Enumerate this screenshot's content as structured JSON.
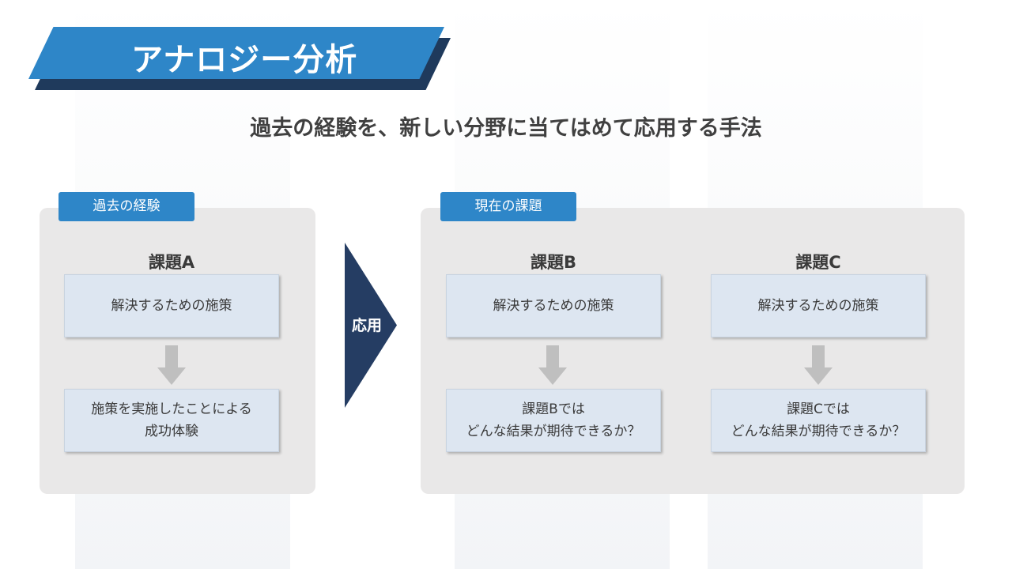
{
  "slide": {
    "title": "アナロジー分析",
    "subtitle": "過去の経験を、新しい分野に当てはめて応用する手法"
  },
  "colors": {
    "title_band": "#2e86c8",
    "title_shadow": "#1f3a5c",
    "tag": "#2e86c8",
    "chevron": "#253d63",
    "panel": "#e9e8e8",
    "box": "#dde6f1",
    "arrow": "#bfbfbf"
  },
  "left_panel": {
    "tag": "過去の経験",
    "column": {
      "heading": "課題A",
      "top_box": "解決するための施策",
      "bottom_box": [
        "施策を実施したことによる",
        "成功体験"
      ]
    }
  },
  "connector": {
    "label": "応用",
    "icon": "chevron-right-icon"
  },
  "right_panel": {
    "tag": "現在の課題",
    "columns": [
      {
        "heading": "課題B",
        "top_box": "解決するための施策",
        "bottom_box": [
          "課題Bでは",
          "どんな結果が期待できるか？"
        ]
      },
      {
        "heading": "課題C",
        "top_box": "解決するための施策",
        "bottom_box": [
          "課題Cでは",
          "どんな結果が期待できるか？"
        ]
      }
    ]
  }
}
